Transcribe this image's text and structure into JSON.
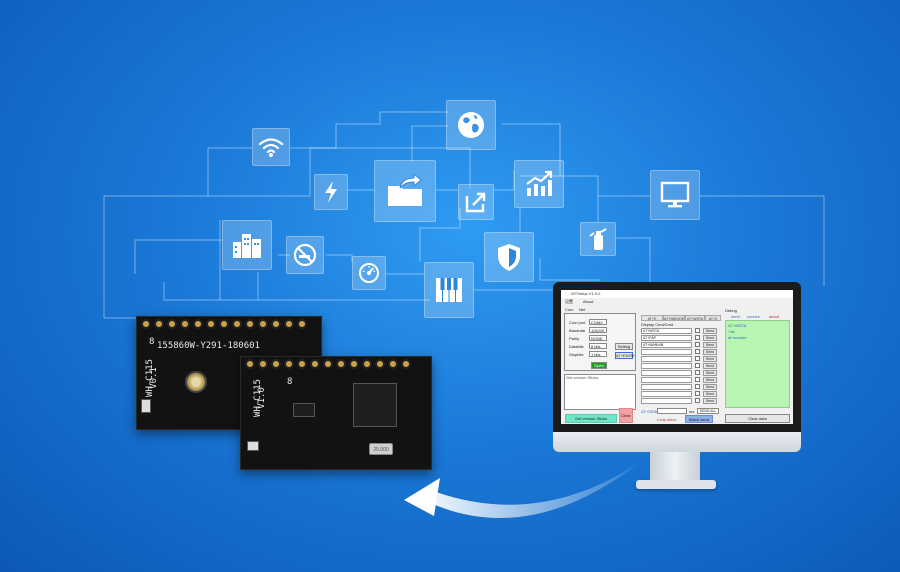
{
  "background": {
    "colors": {
      "center": "#2f9bf2",
      "edge": "#0d58b6"
    }
  },
  "network_icons": [
    {
      "name": "wifi-icon"
    },
    {
      "name": "globe-icon"
    },
    {
      "name": "lightning-icon"
    },
    {
      "name": "folder-share-icon"
    },
    {
      "name": "export-icon"
    },
    {
      "name": "growth-chart-icon"
    },
    {
      "name": "monitor-icon"
    },
    {
      "name": "city-buildings-icon"
    },
    {
      "name": "no-smoking-sign-icon"
    },
    {
      "name": "shield-icon"
    },
    {
      "name": "fire-extinguisher-icon"
    },
    {
      "name": "gauge-icon"
    },
    {
      "name": "piano-keys-icon"
    }
  ],
  "boards": {
    "back": {
      "silk_main": "155860W-Y291-180601",
      "silk_model": "WH-C115",
      "silk_version": "V0.1",
      "silk_digit": "8"
    },
    "front": {
      "silk_model": "WH-C115",
      "silk_version": "V1.0",
      "silk_digit": "8",
      "crystal": "25.000"
    }
  },
  "software": {
    "title": "WTSetup V1.0.0",
    "menu": [
      "设置",
      "About"
    ],
    "tabs_left": [
      "Com",
      "Net"
    ],
    "fields": [
      {
        "label": "Com port",
        "value": "COM5"
      },
      {
        "label": "Baudrate",
        "value": "115200"
      },
      {
        "label": "Parity",
        "value": "NONE"
      },
      {
        "label": "Databits",
        "value": "8 bits"
      },
      {
        "label": "Stopbits",
        "value": "1 bits"
      }
    ],
    "side_buttons": [
      "Setting",
      "AT+ENTM"
    ],
    "open_button": "Open",
    "cmd_tabs": [
      "AT+E",
      "AT+WMODE",
      "AT+WSTA",
      "AT+Z"
    ],
    "cmd_header": "Display  Cmd/Cmd",
    "cmd_rows": [
      "AT+WSTA",
      "AT+PAP",
      "AT+WANN/N",
      "",
      "",
      "",
      "",
      "",
      "",
      "",
      "",
      ""
    ],
    "send_label": "Send",
    "right_panel": {
      "title": "Debug",
      "tabs": [
        "send",
        "receive",
        "about"
      ],
      "lines": [
        "AT+WSTA",
        "+ok",
        "at+wmode"
      ]
    },
    "bottom": {
      "download": "Get version Sticks",
      "clear_left": "Clear",
      "at_label": "AT+SEND",
      "ms_label": "ms",
      "send_all": "SEND ALL",
      "loop_send": "Loop send",
      "bottom_send": "Batch send",
      "clear_data": "Clear data"
    },
    "colors": {
      "open": "#1aa01a",
      "green_panel": "#b8f5b0",
      "cyan": "#6ee6c8",
      "blue_btn": "#8db0e8",
      "pink": "#f2a0a0"
    }
  }
}
